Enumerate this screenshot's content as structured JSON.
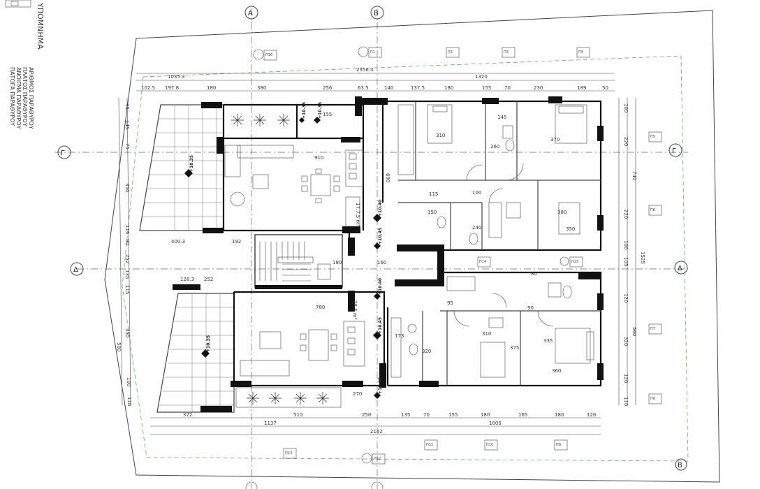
{
  "legend": {
    "title": "ΥΠΟΜΝΗΜΑ",
    "items": [
      "ΑΡΙΘΜΟΣ ΠΑΡΑΘΥΡΟΥ",
      "ΠΛΑΤΟΣ ΠΑΡΑΘΥΡΟΥ",
      "ΑΝΟΙΓΜΑ ΠΑΡΑΘΥΡΟΥ",
      "ΠΑΤΟΓΑ ΠΑΡΑΘΥΡΟΥ"
    ]
  },
  "grid_axes": {
    "top": [
      "Α",
      "Β"
    ],
    "left": [
      "Γ",
      "Δ"
    ],
    "right": [
      "Γ",
      "Δ"
    ],
    "corner": "Β"
  },
  "top_dims": {
    "overall": "2356.3",
    "left_group": "1035.3",
    "right_group": "1320",
    "row": [
      "102.5",
      "197.8",
      "180",
      "380",
      "256",
      "63.5",
      "140",
      "137.5",
      "180",
      "155",
      "70",
      "230",
      "189",
      "50"
    ]
  },
  "bottom_dims": {
    "row": [
      "372",
      "510",
      "250",
      "135",
      "70",
      "155",
      "180",
      "165",
      "180",
      "120"
    ],
    "left_group": "1137",
    "right_group": "1005",
    "overall": "2142"
  },
  "left_dims": [
    "35",
    "145",
    "75",
    "350",
    "115",
    "90",
    "252",
    "135",
    "115",
    "350",
    "500",
    "100",
    "110"
  ],
  "right_dims": [
    "100",
    "220",
    "740",
    "220",
    "100",
    "105",
    "1525",
    "120",
    "560",
    "320",
    "120",
    "110"
  ],
  "interior_dims": [
    "400.3",
    "192",
    "128.3",
    "252",
    "910",
    "780",
    "155",
    "160",
    "180",
    "150",
    "100",
    "145",
    "240",
    "310",
    "370",
    "380",
    "350",
    "310",
    "335",
    "375",
    "360",
    "320",
    "260",
    "690",
    "270",
    "173",
    "115",
    "95",
    "90",
    "80"
  ],
  "levels": [
    "+10.35",
    "+10.35",
    "+10.40",
    "+10.45",
    "+10.40",
    "+10.45",
    "+10.35",
    "+10.35",
    "+10.35"
  ],
  "area_labels": [
    "17.7.5 m²",
    "28.5 m²"
  ],
  "window_tags": [
    "Π1",
    "Π2",
    "Π3",
    "Π4",
    "Π5",
    "Π6",
    "Π7",
    "Π8",
    "Π9",
    "Π10",
    "Π11",
    "Π12",
    "Π13",
    "Π14",
    "Π15",
    "Π16"
  ]
}
